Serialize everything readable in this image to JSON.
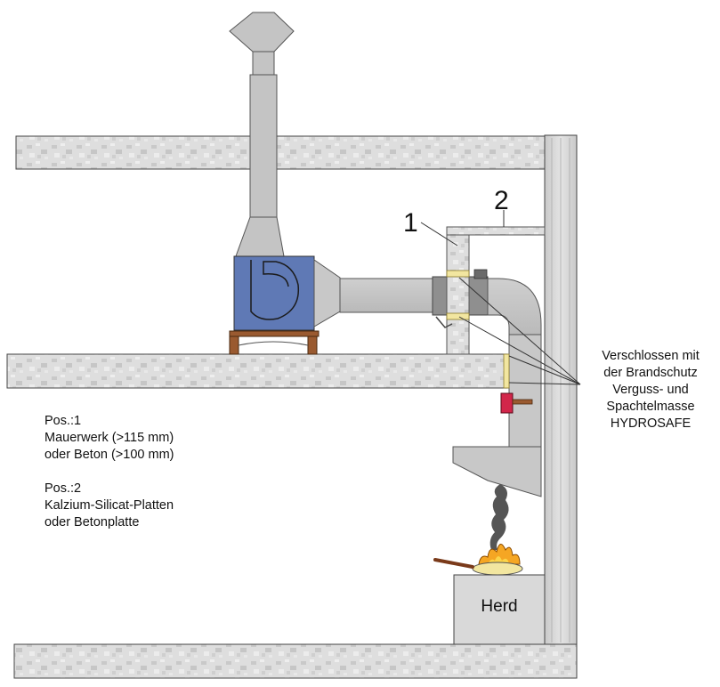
{
  "labels": {
    "pos1_marker": "1",
    "pos2_marker": "2",
    "seal_note": [
      "Verschlossen mit",
      "der Brandschutz",
      "Verguss- und",
      "Spachtelmasse",
      "HYDROSAFE"
    ],
    "pos1_title": "Pos.:1",
    "pos1_line1": "Mauerwerk (>115 mm)",
    "pos1_line2": "oder Beton (>100 mm)",
    "pos2_title": "Pos.:2",
    "pos2_line1": "Kalzium-Silicat-Platten",
    "pos2_line2": "oder Betonplatte",
    "herd": "Herd"
  },
  "colors": {
    "concrete": "#dcdcdc",
    "duct": "#c8c8c8",
    "fan": "#5f79b5",
    "sealant": "#f2e6a0",
    "damper": "#d2264a",
    "wood": "#9a5a30",
    "flame": "#f5a623",
    "smoke": "#555555"
  }
}
